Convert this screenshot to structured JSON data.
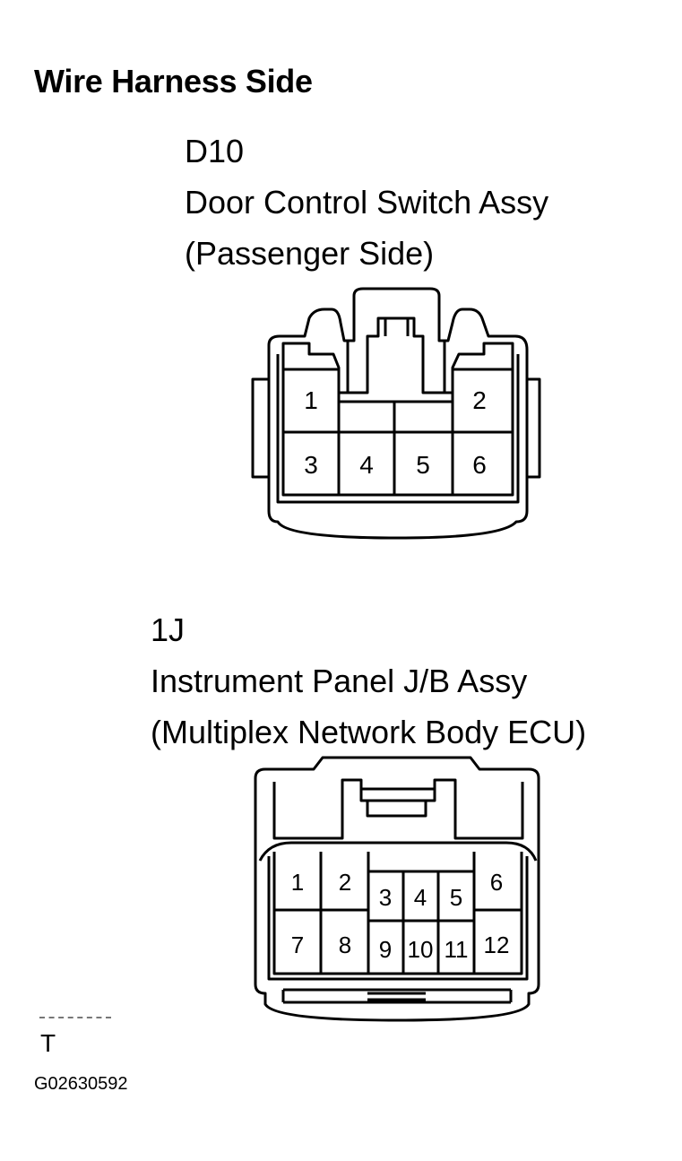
{
  "heading": "Wire Harness Side",
  "connectors": [
    {
      "code": "D10",
      "name": "Door Control Switch Assy",
      "location": "(Passenger Side)",
      "pins": [
        "1",
        "2",
        "3",
        "4",
        "5",
        "6"
      ]
    },
    {
      "code": "1J",
      "name": "Instrument Panel J/B Assy",
      "location": "(Multiplex Network Body ECU)",
      "pins": [
        "1",
        "2",
        "3",
        "4",
        "5",
        "6",
        "7",
        "8",
        "9",
        "10",
        "11",
        "12"
      ]
    }
  ],
  "footer": {
    "mark": "T",
    "figure_code": "G02630592"
  }
}
